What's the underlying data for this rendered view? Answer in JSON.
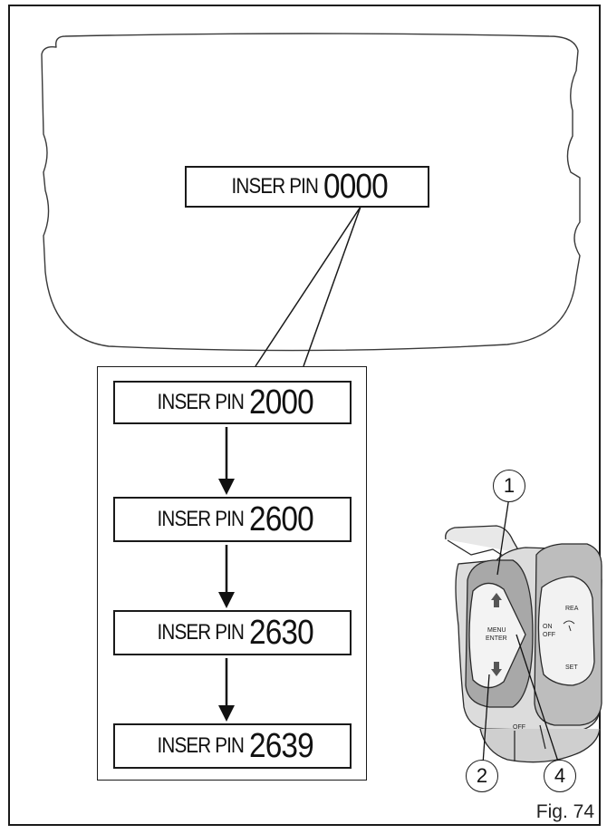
{
  "display": {
    "label": "INSER PIN",
    "code": "0000"
  },
  "steps": [
    {
      "label": "INSER PIN",
      "code": "2000"
    },
    {
      "label": "INSER PIN",
      "code": "2600"
    },
    {
      "label": "INSER PIN",
      "code": "2630"
    },
    {
      "label": "INSER PIN",
      "code": "2639"
    }
  ],
  "switch_block": {
    "callouts": [
      "1",
      "2",
      "4"
    ],
    "left_pod_text": [
      "MENU",
      "ENTER"
    ],
    "right_pod_text": [
      "ON",
      "OFF",
      "REA",
      "SET",
      "OFF"
    ]
  },
  "caption": "Fig. 74"
}
